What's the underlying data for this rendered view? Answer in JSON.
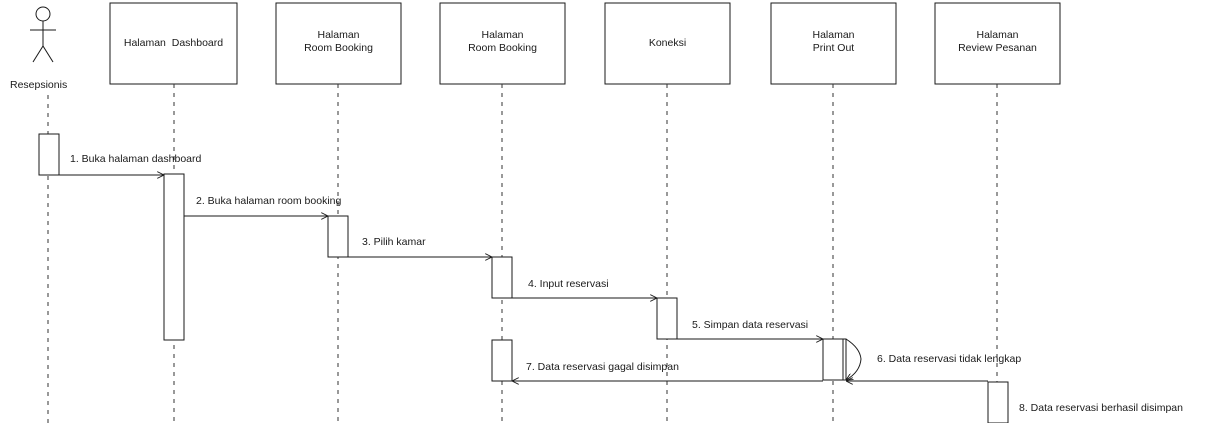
{
  "actor": {
    "name": "Resepsionis"
  },
  "participants": [
    {
      "id": "dashboard",
      "lines": [
        "Halaman  Dashboard"
      ]
    },
    {
      "id": "room-booking-1",
      "lines": [
        "Halaman",
        "Room Booking"
      ]
    },
    {
      "id": "room-booking-2",
      "lines": [
        "Halaman",
        "Room Booking"
      ]
    },
    {
      "id": "koneksi",
      "lines": [
        "Koneksi"
      ]
    },
    {
      "id": "print-out",
      "lines": [
        "Halaman",
        "Print Out"
      ]
    },
    {
      "id": "review-pesanan",
      "lines": [
        "Halaman",
        "Review Pesanan"
      ]
    }
  ],
  "messages": [
    {
      "id": "m1",
      "text": "1. Buka halaman dashboard"
    },
    {
      "id": "m2",
      "text": "2. Buka halaman room booking"
    },
    {
      "id": "m3",
      "text": "3. Pilih kamar"
    },
    {
      "id": "m4",
      "text": "4. Input reservasi"
    },
    {
      "id": "m5",
      "text": "5. Simpan data reservasi"
    },
    {
      "id": "m6",
      "text": "6. Data reservasi tidak lengkap"
    },
    {
      "id": "m7",
      "text": "7. Data reservasi gagal disimpan"
    },
    {
      "id": "m8",
      "text": "8. Data reservasi berhasil disimpan"
    }
  ]
}
